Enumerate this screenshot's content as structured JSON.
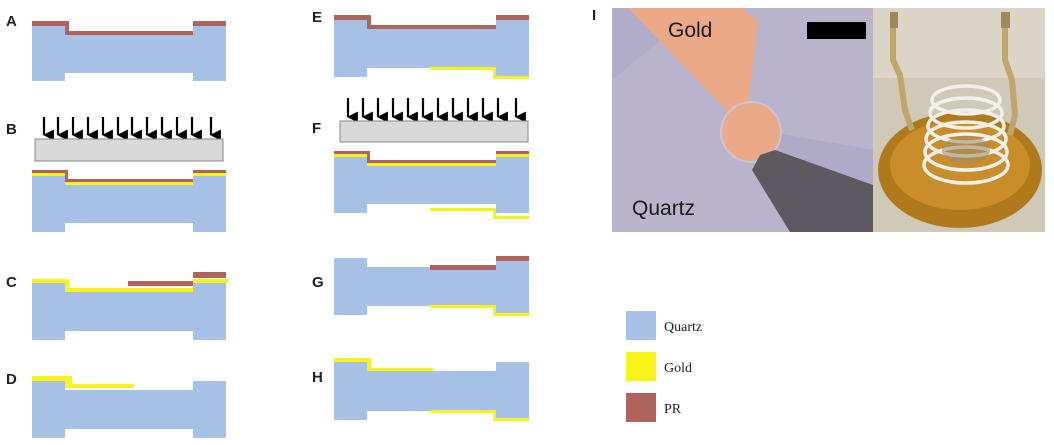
{
  "panels": {
    "A": "A",
    "B": "B",
    "C": "C",
    "D": "D",
    "E": "E",
    "F": "F",
    "G": "G",
    "H": "H",
    "I": "I"
  },
  "photo": {
    "gold_label": "Gold",
    "quartz_label": "Quartz"
  },
  "legend": [
    {
      "label": "Quartz",
      "color": "#A7C0E6"
    },
    {
      "label": "Gold",
      "color": "#F7F31A"
    },
    {
      "label": "PR",
      "color": "#B0635B"
    }
  ],
  "colors": {
    "quartz": "#A7C0E6",
    "gold": "#F7F31A",
    "pr": "#B0635B",
    "mask": "#D9D9D9"
  }
}
